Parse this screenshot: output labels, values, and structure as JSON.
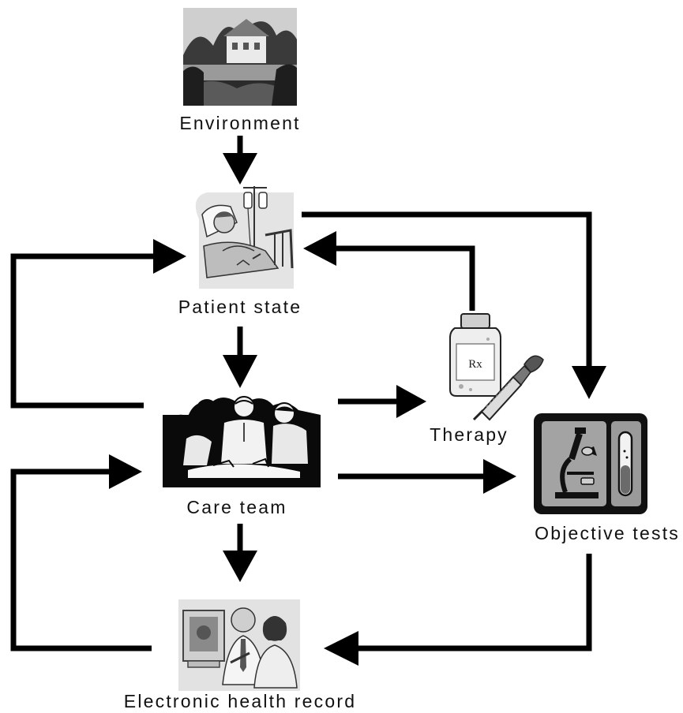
{
  "diagram": {
    "nodes": {
      "environment": {
        "label": "Environment",
        "icon": "house-landscape-icon"
      },
      "patient_state": {
        "label": "Patient state",
        "icon": "hospital-patient-icon"
      },
      "therapy": {
        "label": "Therapy",
        "icon": "medicine-bottle-syringe-icon",
        "bottle_text": "Rx"
      },
      "care_team": {
        "label": "Care team",
        "icon": "surgical-team-icon"
      },
      "objective_tests": {
        "label": "Objective tests",
        "icon": "microscope-test-tube-icon"
      },
      "ehr": {
        "label": "Electronic health record",
        "icon": "doctors-at-computer-icon"
      }
    },
    "edges": [
      {
        "from": "Environment",
        "to": "Patient state"
      },
      {
        "from": "Patient state",
        "to": "Care team"
      },
      {
        "from": "Patient state",
        "to": "Objective tests"
      },
      {
        "from": "Therapy",
        "to": "Patient state"
      },
      {
        "from": "Care team",
        "to": "Patient state"
      },
      {
        "from": "Care team",
        "to": "Therapy"
      },
      {
        "from": "Care team",
        "to": "Objective tests"
      },
      {
        "from": "Care team",
        "to": "Electronic health record"
      },
      {
        "from": "Electronic health record",
        "to": "Care team"
      },
      {
        "from": "Objective tests",
        "to": "Electronic health record"
      }
    ]
  }
}
